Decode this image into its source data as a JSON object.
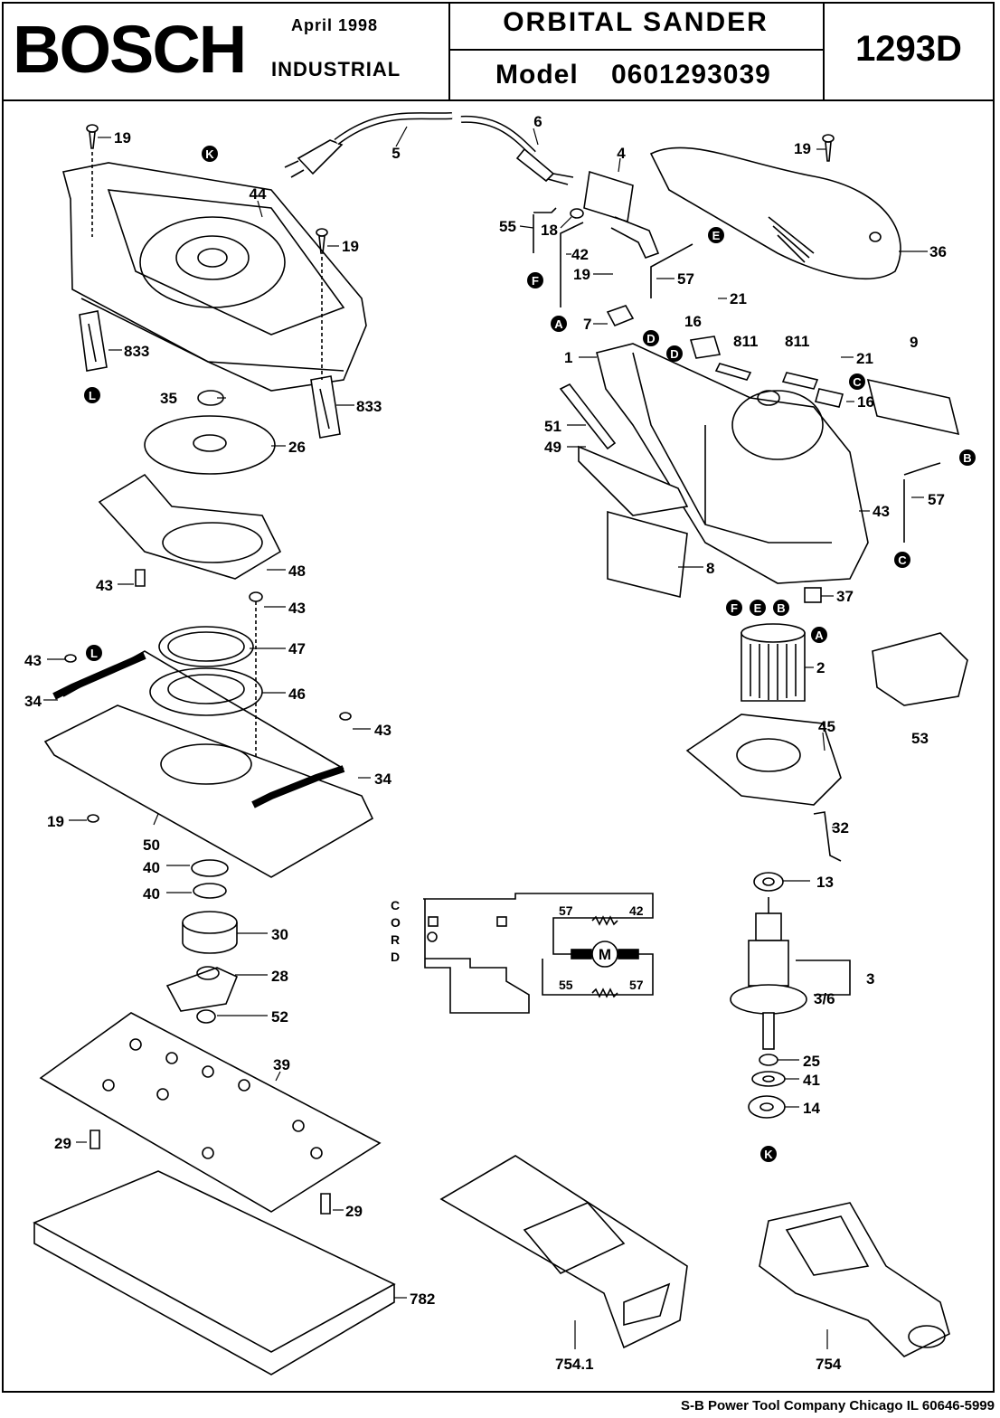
{
  "header": {
    "brand": "BOSCH",
    "date": "April  1998",
    "division": "INDUSTRIAL",
    "product": "ORBITAL  SANDER",
    "model_label": "Model",
    "model_number": "0601293039",
    "part_number": "1293D"
  },
  "footer": "S-B Power Tool Company  Chicago IL 60646-5999",
  "callouts": [
    "19",
    "5",
    "6",
    "K",
    "44",
    "19",
    "4",
    "19",
    "55",
    "18",
    "E",
    "36",
    "42",
    "F",
    "19",
    "57",
    "21",
    "A",
    "7",
    "16",
    "D",
    "811",
    "811",
    "9",
    "1",
    "D",
    "21",
    "C",
    "16",
    "51",
    "49",
    "B",
    "43",
    "57",
    "C",
    "8",
    "37",
    "F",
    "E",
    "B",
    "A",
    "2",
    "833",
    "L",
    "35",
    "833",
    "26",
    "48",
    "43",
    "43",
    "47",
    "L",
    "43",
    "34",
    "46",
    "43",
    "45",
    "53",
    "34",
    "19",
    "50",
    "32",
    "40",
    "40",
    "13",
    "30",
    "28",
    "3",
    "3/6",
    "52",
    "39",
    "25",
    "41",
    "14",
    "K",
    "29",
    "29",
    "782",
    "754.1",
    "754"
  ],
  "wiring": {
    "cord_letters": [
      "C",
      "O",
      "R",
      "D"
    ],
    "labels": [
      "57",
      "42",
      "55",
      "57"
    ],
    "motor": "M"
  }
}
